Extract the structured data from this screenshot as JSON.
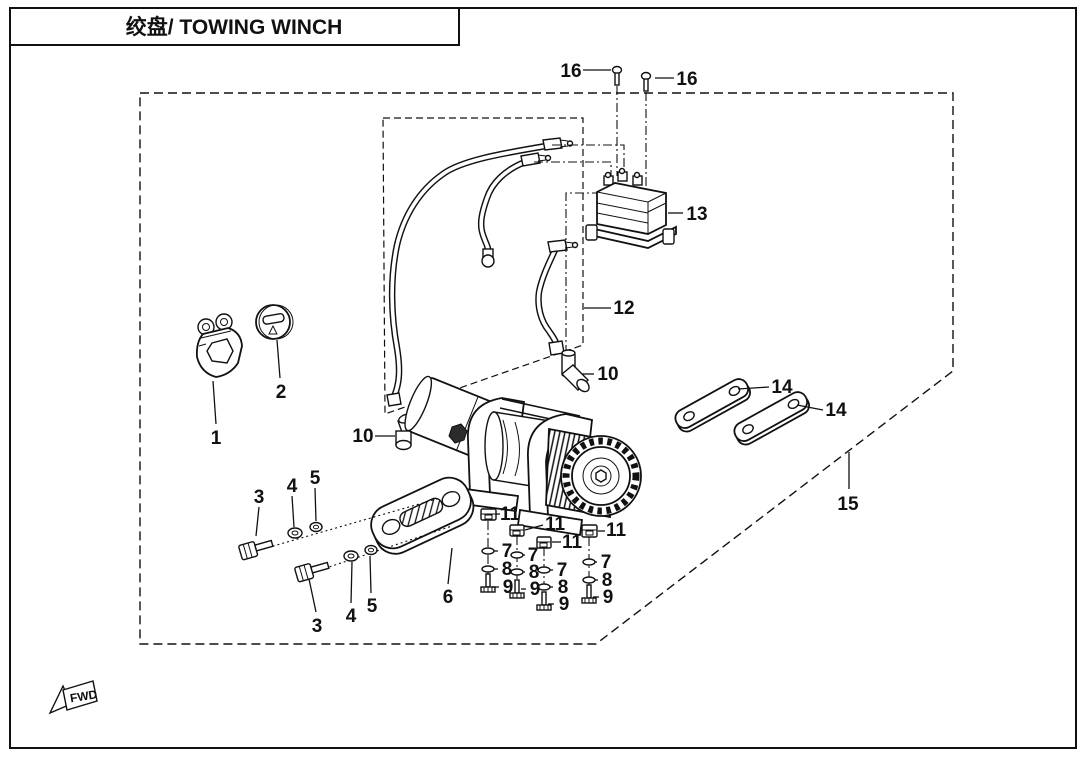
{
  "doc": {
    "title": "绞盘/ TOWING WINCH"
  },
  "fwd_marker": "FWD",
  "callouts": {
    "c1": "1",
    "c2": "2",
    "c3": "3",
    "c4": "4",
    "c5": "5",
    "c6": "6",
    "c7": "7",
    "c8": "8",
    "c9": "9",
    "c10": "10",
    "c11": "11",
    "c12": "12",
    "c13": "13",
    "c14": "14",
    "c15": "15",
    "c16": "16"
  },
  "colors": {
    "ink": "#111111",
    "paper": "#ffffff"
  }
}
